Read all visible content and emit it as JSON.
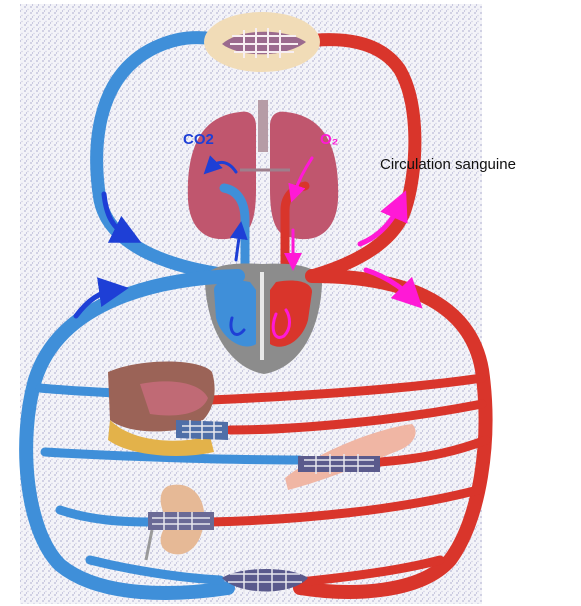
{
  "title": "Circulation sanguine",
  "gas_labels": {
    "co2": "CO2",
    "o2": "O₂"
  },
  "colors": {
    "deoxygenated": "#3f8fd9",
    "oxygenated": "#d9352b",
    "arrow_blue": "#1e3fd6",
    "arrow_magenta": "#ff19d6",
    "lung": "#c0566e",
    "heart_wall": "#8c8c8c",
    "background_speckle": "#dcdcec"
  },
  "icons": [
    "lungs",
    "heart",
    "liver",
    "intestine",
    "kidney",
    "muscle",
    "capillary-bed"
  ]
}
